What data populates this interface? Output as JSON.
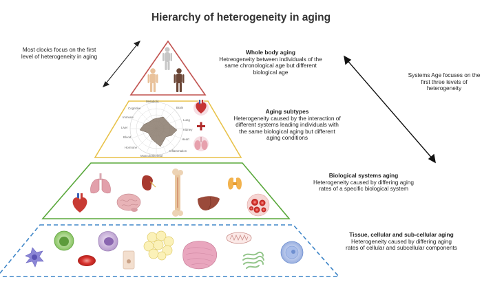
{
  "title": "Hierarchy of heterogeneity in aging",
  "left_note": {
    "line1": "Most clocks focus on the first",
    "line2": "level of heterogeneity in aging"
  },
  "right_note": {
    "line1": "Systems Age focuses on the",
    "line2": "first three levels of",
    "line3": "heterogeneity"
  },
  "levels": [
    {
      "heading": "Whole body aging",
      "lines": [
        "Hetreogeneity between individuals of the",
        "same chronological age but different",
        "biological age"
      ],
      "color": "#c0504d"
    },
    {
      "heading": "Aging subtypes",
      "lines": [
        "Heterogeneity caused by the interaction of",
        "different systems leading individuals with",
        "the same biological aging but different",
        "aging conditions"
      ],
      "color": "#e8c24a"
    },
    {
      "heading": "Biological systems aging",
      "lines": [
        "Heterogeneity caused by differing aging",
        "rates of a specific biological system"
      ],
      "color": "#5aa83c"
    },
    {
      "heading": "Tissue, cellular and sub-cellular aging",
      "lines": [
        "Heterogeneity caused by differing aging",
        "rates of cellular and subcellular components"
      ],
      "color": "#3f86c8"
    }
  ],
  "radar_labels": [
    "Metabolic",
    "Brain",
    "Lung",
    "Kidney",
    "Heart",
    "Inflammation",
    "MusculoSkeletal",
    "Hormone",
    "Blood",
    "Liver",
    "Immune",
    "Cognitive"
  ],
  "icons": {
    "level1": [
      "human-figure-icon"
    ],
    "level2": [
      "radar-chart-icon",
      "heart-icon",
      "plus-icon",
      "lungs-icon"
    ],
    "level3": [
      "heart-icon",
      "lungs-icon",
      "brain-icon",
      "kidney-icon",
      "bone-icon",
      "liver-icon",
      "thyroid-icon",
      "red-blood-cell-icon"
    ],
    "level4": [
      "macrophage-icon",
      "neutrophil-icon",
      "red-blood-cell-icon",
      "lymphocyte-icon",
      "epithelial-cell-icon",
      "adipocyte-icon",
      "muscle-tissue-icon",
      "mitochondrion-icon",
      "endoplasmic-reticulum-icon",
      "nucleus-icon"
    ]
  }
}
